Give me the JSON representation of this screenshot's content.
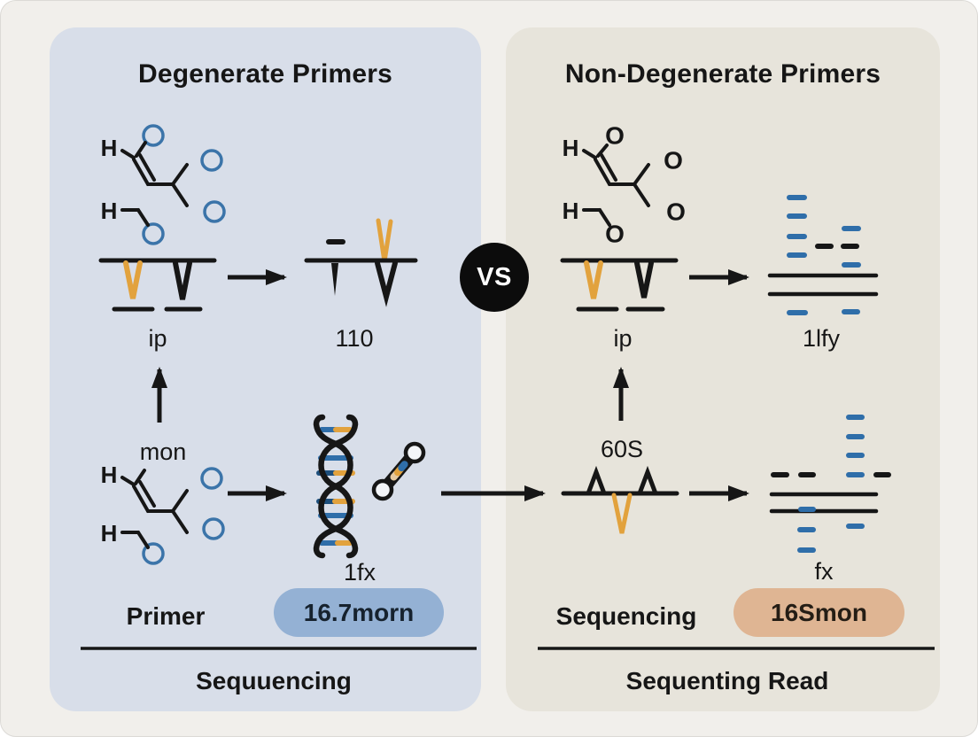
{
  "vs_badge": {
    "label": "VS"
  },
  "left": {
    "title": "Degenerate Primers",
    "mol_top": {
      "h_top": "H",
      "h_bottom": "H"
    },
    "track_label": "ip",
    "read_label": "110",
    "mon_label": "mon",
    "mol_bottom": {
      "h_top": "H",
      "h_bottom": "H"
    },
    "helix_label": "1fx",
    "row_label": "Primer",
    "pill": "16.7morn",
    "caption": "Sequuencing"
  },
  "right": {
    "title": "Non-Degenerate Primers",
    "mol": {
      "h_top": "H",
      "h_bottom": "H",
      "o_top": "O",
      "o_mid": "O",
      "o_low": "O",
      "o_bottom": "O"
    },
    "track_label": "ip",
    "read_top_label": "1lfy",
    "ribosome_label": "60S",
    "read_bottom_label": "fx",
    "row_label": "Sequencing",
    "pill": "16Smon",
    "caption": "Sequenting Read"
  },
  "colors": {
    "page_bg": "#f1efeb",
    "left_panel_bg": "#d8dee9",
    "right_panel_bg": "#e7e4db",
    "accent_blue": "#2f6ea9",
    "accent_navy": "#1d4f7c",
    "accent_orange": "#e2a23d",
    "pill_blue": "#94b1d4",
    "pill_tan": "#dfb593",
    "ink": "#161616"
  }
}
